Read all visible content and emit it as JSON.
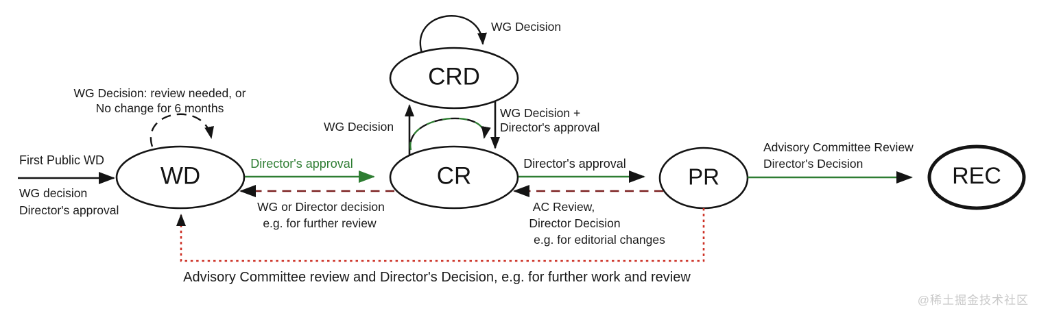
{
  "nodes": {
    "wd": "WD",
    "crd": "CRD",
    "cr": "CR",
    "pr": "PR",
    "rec": "REC"
  },
  "edges": {
    "first_public": {
      "label": "First Public WD",
      "sub1": "WG decision",
      "sub2": "Director's approval"
    },
    "wd_self": {
      "line1": "WG Decision: review needed, or",
      "line2": "No change for 6 months"
    },
    "wd_to_cr": {
      "label": "Director's approval"
    },
    "cr_to_wd": {
      "line1": "WG or Director decision",
      "line2": "e.g. for further review"
    },
    "cr_to_crd": {
      "label": "WG Decision"
    },
    "crd_self": {
      "label": "WG Decision"
    },
    "crd_to_cr": {
      "line1": "WG Decision +",
      "line2": "Director's approval"
    },
    "cr_to_pr": {
      "label": "Director's approval"
    },
    "pr_to_cr": {
      "line1": "AC Review,",
      "line2": "Director Decision",
      "line3": "e.g. for editorial changes"
    },
    "pr_to_rec": {
      "line1": "Advisory Committee Review",
      "line2": "Director's Decision"
    },
    "pr_to_wd": {
      "label": "Advisory Committee review and Director's Decision, e.g. for further work and review"
    }
  },
  "watermark": "@稀土掘金技术社区",
  "colors": {
    "forward_green": "#2e7d32",
    "revert_dashed_maroon": "#7b2020",
    "revert_dotted_red": "#cc2d22",
    "ink": "#141414",
    "watermark_gray": "#c9c9c9"
  }
}
